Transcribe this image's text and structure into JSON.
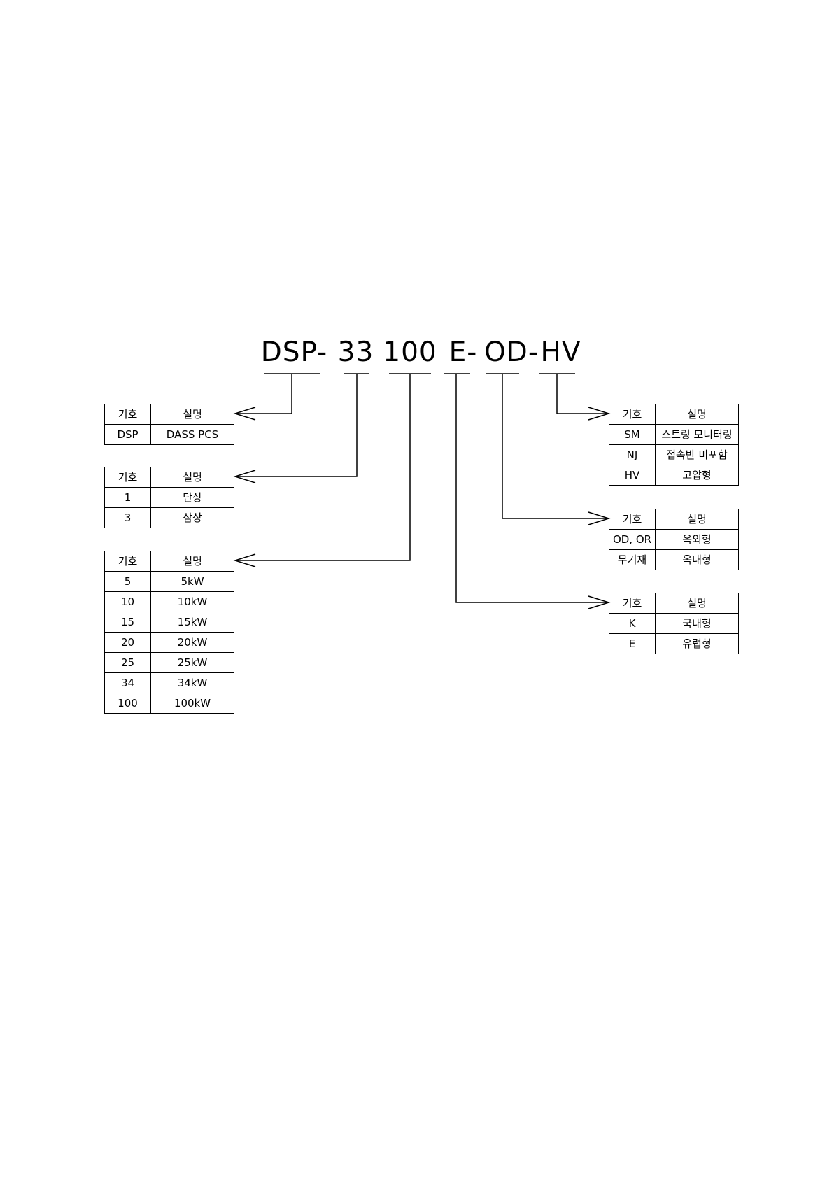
{
  "model_code": {
    "segments": [
      {
        "id": "prefix",
        "text": "DSP-"
      },
      {
        "id": "phase",
        "text": "33"
      },
      {
        "id": "capacity",
        "text": "100"
      },
      {
        "id": "region",
        "text": "E-"
      },
      {
        "id": "install",
        "text": "OD-"
      },
      {
        "id": "option",
        "text": "HV"
      }
    ]
  },
  "header": {
    "code": "기호",
    "desc": "설명"
  },
  "tables": {
    "prefix": {
      "rows": [
        {
          "code": "DSP",
          "desc": "DASS PCS"
        }
      ]
    },
    "phase": {
      "rows": [
        {
          "code": "1",
          "desc": "단상"
        },
        {
          "code": "3",
          "desc": "삼상"
        }
      ]
    },
    "capacity": {
      "rows": [
        {
          "code": "5",
          "desc": "5kW"
        },
        {
          "code": "10",
          "desc": "10kW"
        },
        {
          "code": "15",
          "desc": "15kW"
        },
        {
          "code": "20",
          "desc": "20kW"
        },
        {
          "code": "25",
          "desc": "25kW"
        },
        {
          "code": "34",
          "desc": "34kW"
        },
        {
          "code": "100",
          "desc": "100kW"
        }
      ]
    },
    "option": {
      "rows": [
        {
          "code": "SM",
          "desc": "스트링 모니터링"
        },
        {
          "code": "NJ",
          "desc": "접속반 미포함"
        },
        {
          "code": "HV",
          "desc": "고압형"
        }
      ]
    },
    "install": {
      "rows": [
        {
          "code": "OD, OR",
          "desc": "옥외형"
        },
        {
          "code": "무기재",
          "desc": "옥내형"
        }
      ]
    },
    "region": {
      "rows": [
        {
          "code": "K",
          "desc": "국내형"
        },
        {
          "code": "E",
          "desc": "유럽형"
        }
      ]
    }
  }
}
